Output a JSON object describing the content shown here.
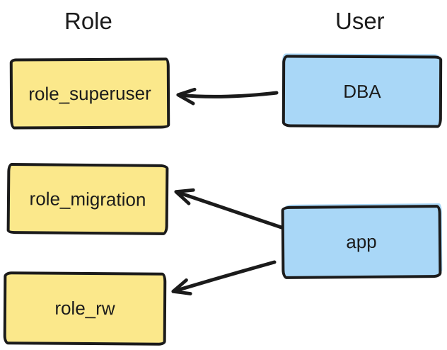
{
  "diagram": {
    "background_color": "#ffffff",
    "stroke_color": "#1b1b1b",
    "columns": {
      "role": {
        "label": "Role"
      },
      "user": {
        "label": "User"
      }
    },
    "nodes": {
      "role_superuser": {
        "label": "role_superuser",
        "type": "role",
        "fill": "#fbe88b"
      },
      "role_migration": {
        "label": "role_migration",
        "type": "role",
        "fill": "#fbe88b"
      },
      "role_rw": {
        "label": "role_rw",
        "type": "role",
        "fill": "#fbe88b"
      },
      "dba": {
        "label": "DBA",
        "type": "user",
        "fill": "#a9d7f7"
      },
      "app": {
        "label": "app",
        "type": "user",
        "fill": "#a9d7f7"
      }
    },
    "edges": [
      {
        "from": "DBA",
        "to": "role_superuser"
      },
      {
        "from": "app",
        "to": "role_migration"
      },
      {
        "from": "app",
        "to": "role_rw"
      }
    ]
  }
}
